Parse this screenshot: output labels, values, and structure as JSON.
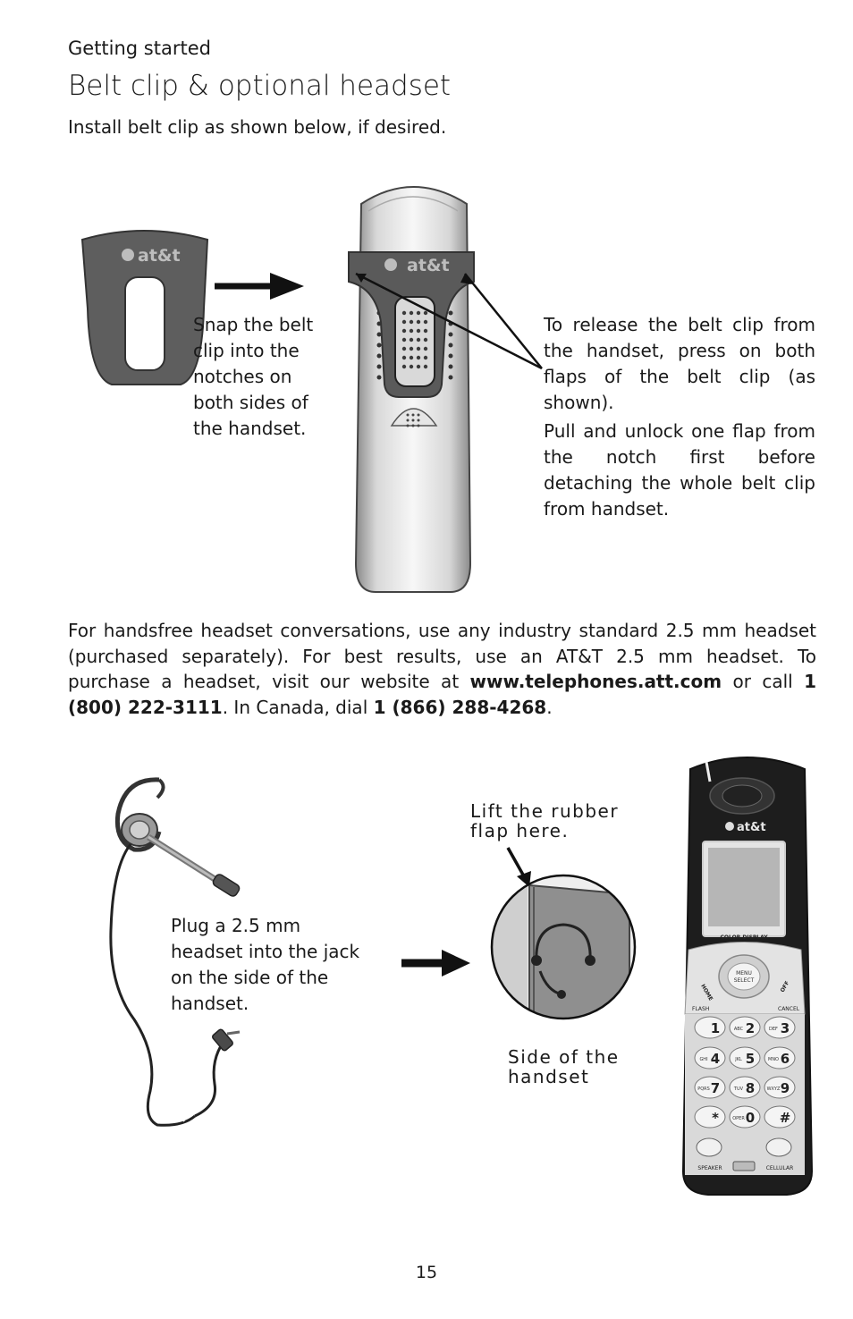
{
  "header": {
    "section": "Getting started",
    "title": "Belt clip & optional headset",
    "intro": "Install belt clip as shown below, if desired."
  },
  "belt_clip": {
    "snap_text": "Snap the belt clip into the notches on both sides of the handset.",
    "release_text": "To release the belt clip from the handset, press on both flaps of the belt clip (as shown).",
    "unlock_text": "Pull and unlock one flap from the notch first before detaching the whole belt clip from handset.",
    "clip_logo": "at&t",
    "handset_logo": "at&t"
  },
  "headset_info": {
    "text_1": "For handsfree headset conversations, use any industry standard 2.5 mm headset (purchased separately). For best results, use an AT&T 2.5 mm headset. To purchase a headset, visit our website at ",
    "website": "www.telephones.att.com",
    "text_2": " or call ",
    "phone_us": "1 (800) 222-3111",
    "text_3": ". In Canada, dial ",
    "phone_canada": "1 (866) 288-4268",
    "text_4": "."
  },
  "headset_diagram": {
    "plug_text": "Plug a 2.5 mm headset into the jack on the side of the handset.",
    "lift_text_line1": "Lift the rubber",
    "lift_text_line2": "flap here.",
    "side_text_line1": "Side of the",
    "side_text_line2": "handset"
  },
  "phone": {
    "logo": "at&t",
    "color_display": "COLOR DISPLAY",
    "menu_line1": "MENU",
    "menu_line2": "SELECT",
    "home": "HOME",
    "off": "OFF",
    "flash": "FLASH",
    "cancel": "CANCEL",
    "speaker": "SPEAKER",
    "cellular": "CELLULAR",
    "keys": [
      {
        "digit": "1",
        "letters": ""
      },
      {
        "digit": "2",
        "letters": "ABC"
      },
      {
        "digit": "3",
        "letters": "DEF"
      },
      {
        "digit": "4",
        "letters": "GHI"
      },
      {
        "digit": "5",
        "letters": "JKL"
      },
      {
        "digit": "6",
        "letters": "MNO"
      },
      {
        "digit": "7",
        "letters": "PQRS"
      },
      {
        "digit": "8",
        "letters": "TUV"
      },
      {
        "digit": "9",
        "letters": "WXYZ"
      },
      {
        "digit": "*",
        "letters": ""
      },
      {
        "digit": "0",
        "letters": "OPER"
      },
      {
        "digit": "#",
        "letters": ""
      }
    ]
  },
  "footer": {
    "page_number": "15"
  }
}
